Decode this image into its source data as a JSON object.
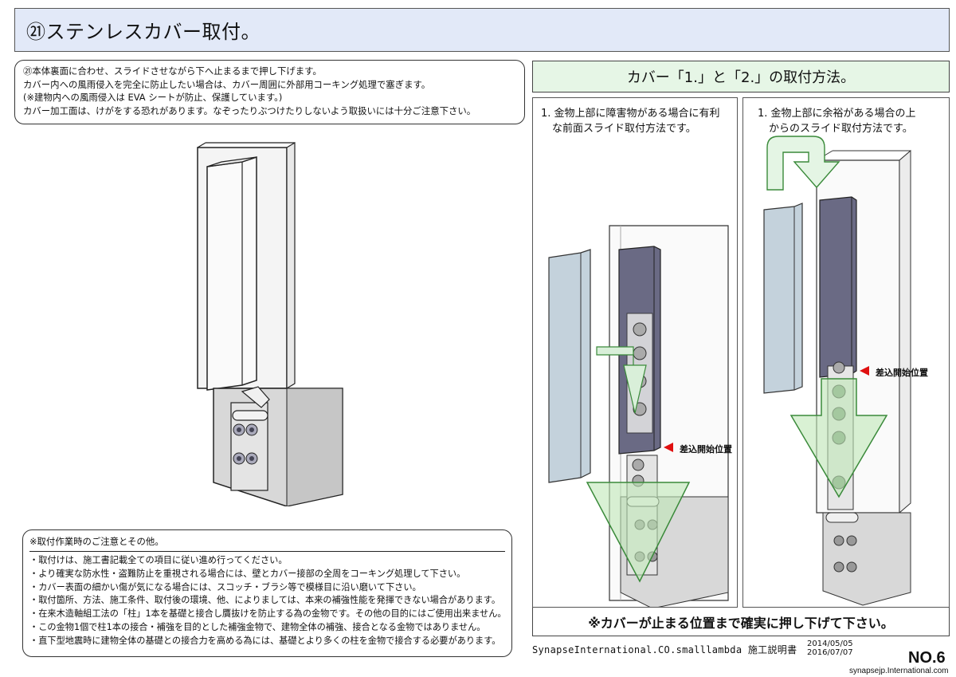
{
  "title": "㉑ステンレスカバー取付。",
  "notes": [
    "㉑本体裏面に合わせ、スライドさせながら下へ止まるまで押し下げます。",
    "カバー内への風雨侵入を完全に防止したい場合は、カバー周囲に外部用コーキング処理で塞ぎます。",
    "(※建物内への風雨侵入は EVA シートが防止、保護しています。)",
    "カバー加工面は、けがをする恐れがあります。なぞったりぶつけたりしないよう取扱いには十分ご注意下さい。"
  ],
  "caution": {
    "heading": "※取付作業時のご注意とその他。",
    "lines": [
      "・取付けは、施工書記載全ての項目に従い進め行ってください。",
      "・より確実な防水性・盗難防止を重視される場合には、壁とカバー接部の全周をコーキング処理して下さい。",
      "・カバー表面の細かい傷が気になる場合には、スコッチ・ブラシ等で模様目に沿い磨いて下さい。",
      "・取付箇所、方法、施工条件、取付後の環境、他、によりましては、本来の補強性能を発揮できない場合があります。",
      "・在来木造軸組工法の「柱」1本を基礎と接合し贋抜けを防止する為の金物です。その他の目的にはご使用出来ません。",
      "・この金物1個で柱1本の接合・補強を目的とした補強金物で、建物全体の補強、接合となる金物ではありません。",
      "・直下型地震時に建物全体の基礎との接合力を高める為には、基礎とより多くの柱を金物で接合する必要があります。"
    ]
  },
  "method": {
    "header": "カバー「1.」と「2.」の取付方法。",
    "panel1": {
      "caption": [
        "1. 金物上部に障害物がある場合に有利",
        "   な前面スライド取付方法です。"
      ],
      "marker": "差込開始位置"
    },
    "panel2": {
      "caption": [
        "1. 金物上部に余裕がある場合の上",
        "   からのスライド取付方法です。"
      ],
      "marker": "差込開始位置"
    },
    "push_note": "※カバーが止まる位置まで確実に押し下げて下さい。"
  },
  "footer": {
    "company": "SynapseInternational.CO.smalllambda 施工説明書",
    "date1": "2014/05/05",
    "date2": "2016/07/07",
    "page": "NO.6",
    "site": "synapsejp.International.com"
  },
  "colors": {
    "title_bg": "#e2e9f8",
    "method_header_bg": "#e6f6e6",
    "green_arrow": "#bfe8b8",
    "green_stroke": "#3a8a3a",
    "marker_red": "#e01010"
  }
}
